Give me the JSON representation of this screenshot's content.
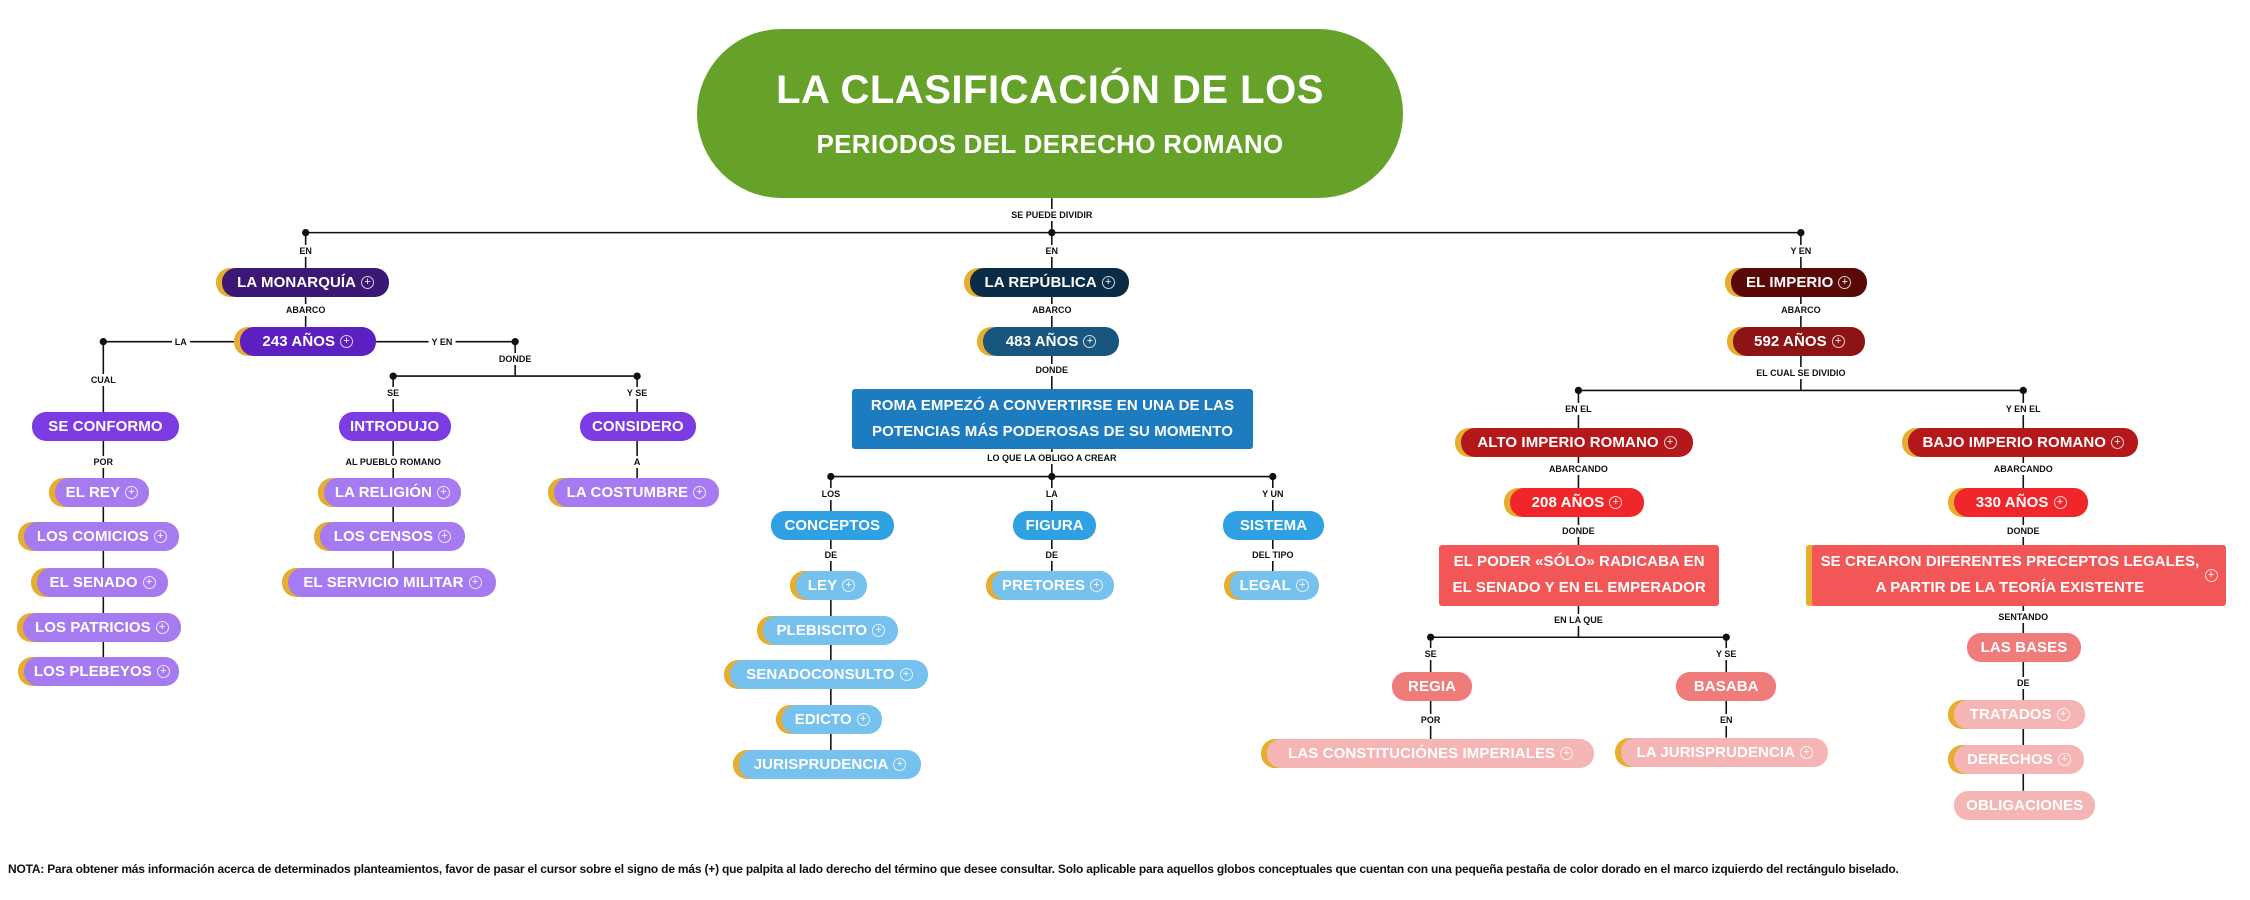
{
  "title": {
    "line1": "LA CLASIFICACIÓN DE LOS",
    "line2": "PERIODOS DEL DERECHO ROMANO"
  },
  "colors": {
    "title": "#66a22a",
    "gold_tab": "#e6ad2f",
    "monarquia": "#3a1874",
    "republica": "#0b2c47",
    "imperio": "#5a0909"
  },
  "nodes": {
    "monarquia": "LA MONARQUÍA",
    "m_anos": "243 AÑOS",
    "se_conformo": "SE CONFORMO",
    "introdujo": "INTRODUJO",
    "considero": "CONSIDERO",
    "el_rey": "EL REY",
    "los_comicios": "LOS COMICIOS",
    "el_senado": "EL SENADO",
    "los_patricios": "LOS PATRICIOS",
    "los_plebeyos": "LOS PLEBEYOS",
    "la_religion": "LA RELIGIÓN",
    "los_censos": "LOS CENSOS",
    "servicio_militar": "EL SERVICIO MILITAR",
    "la_costumbre": "LA COSTUMBRE",
    "republica": "LA REPÚBLICA",
    "r_anos": "483 AÑOS",
    "r_box": "ROMA EMPEZÓ A CONVERTIRSE EN UNA DE LAS POTENCIAS MÁS PODEROSAS DE SU MOMENTO",
    "conceptos": "CONCEPTOS",
    "figura": "FIGURA",
    "sistema": "SISTEMA",
    "ley": "LEY",
    "pretores": "PRETORES",
    "legal": "LEGAL",
    "plebiscito": "PLEBISCITO",
    "senadoconsulto": "SENADOCONSULTO",
    "edicto": "EDICTO",
    "jurisprudencia": "JURISPRUDENCIA",
    "imperio": "EL IMPERIO",
    "i_anos": "592 AÑOS",
    "alto": "ALTO IMPERIO ROMANO",
    "bajo": "BAJO IMPERIO ROMANO",
    "alto_anos": "208 AÑOS",
    "bajo_anos": "330 AÑOS",
    "poder_box": "EL PODER «SÓLO» RADICABA EN EL SENADO Y EN EL EMPERADOR",
    "preceptos_box": "SE CREARON DIFERENTES PRECEPTOS LEGALES, A PARTIR DE LA TEORÍA EXISTENTE",
    "regia": "REGIA",
    "basaba": "BASABA",
    "constituciones": "LAS CONSTITUCIÓNES IMPERIALES",
    "la_jurisprudencia": "LA JURISPRUDENCIA",
    "las_bases": "LAS BASES",
    "tratados": "TRATADOS",
    "derechos": "DERECHOS",
    "obligaciones": "OBLIGACIONES"
  },
  "connectors": {
    "se_puede_dividir": "SE PUEDE DIVIDIR",
    "en1": "EN",
    "en2": "EN",
    "y_en1": "Y EN",
    "abarco1": "ABARCO",
    "abarco2": "ABARCO",
    "abarco3": "ABARCO",
    "la": "LA",
    "y_en2": "Y EN",
    "donde1": "DONDE",
    "cual": "CUAL",
    "se1": "SE",
    "y_se1": "Y SE",
    "por1": "POR",
    "al_pueblo": "AL PUEBLO ROMANO",
    "a": "A",
    "donde2": "DONDE",
    "lo_que": "LO QUE LA OBLIGO A CREAR",
    "los": "LOS",
    "la2": "LA",
    "y_un": "Y UN",
    "de1": "DE",
    "de2": "DE",
    "del_tipo": "DEL TIPO",
    "el_cual": "EL CUAL SE DIVIDIO",
    "en_el": "EN EL",
    "y_en_el": "Y EN EL",
    "abarcando1": "ABARCANDO",
    "abarcando2": "ABARCANDO",
    "donde3": "DONDE",
    "donde4": "DONDE",
    "en_la_que": "EN LA QUE",
    "se2": "SE",
    "y_se2": "Y SE",
    "por2": "POR",
    "en3": "EN",
    "sentando": "SENTANDO",
    "de3": "DE"
  },
  "note": "NOTA: Para obtener más información acerca de determinados planteamientos, favor de pasar el cursor sobre el signo de más (+) que palpita al lado derecho del término que desee consultar. Solo aplicable para aquellos globos conceptuales que cuentan con una pequeña pestaña de color dorado en el marco izquierdo del rectángulo biselado."
}
